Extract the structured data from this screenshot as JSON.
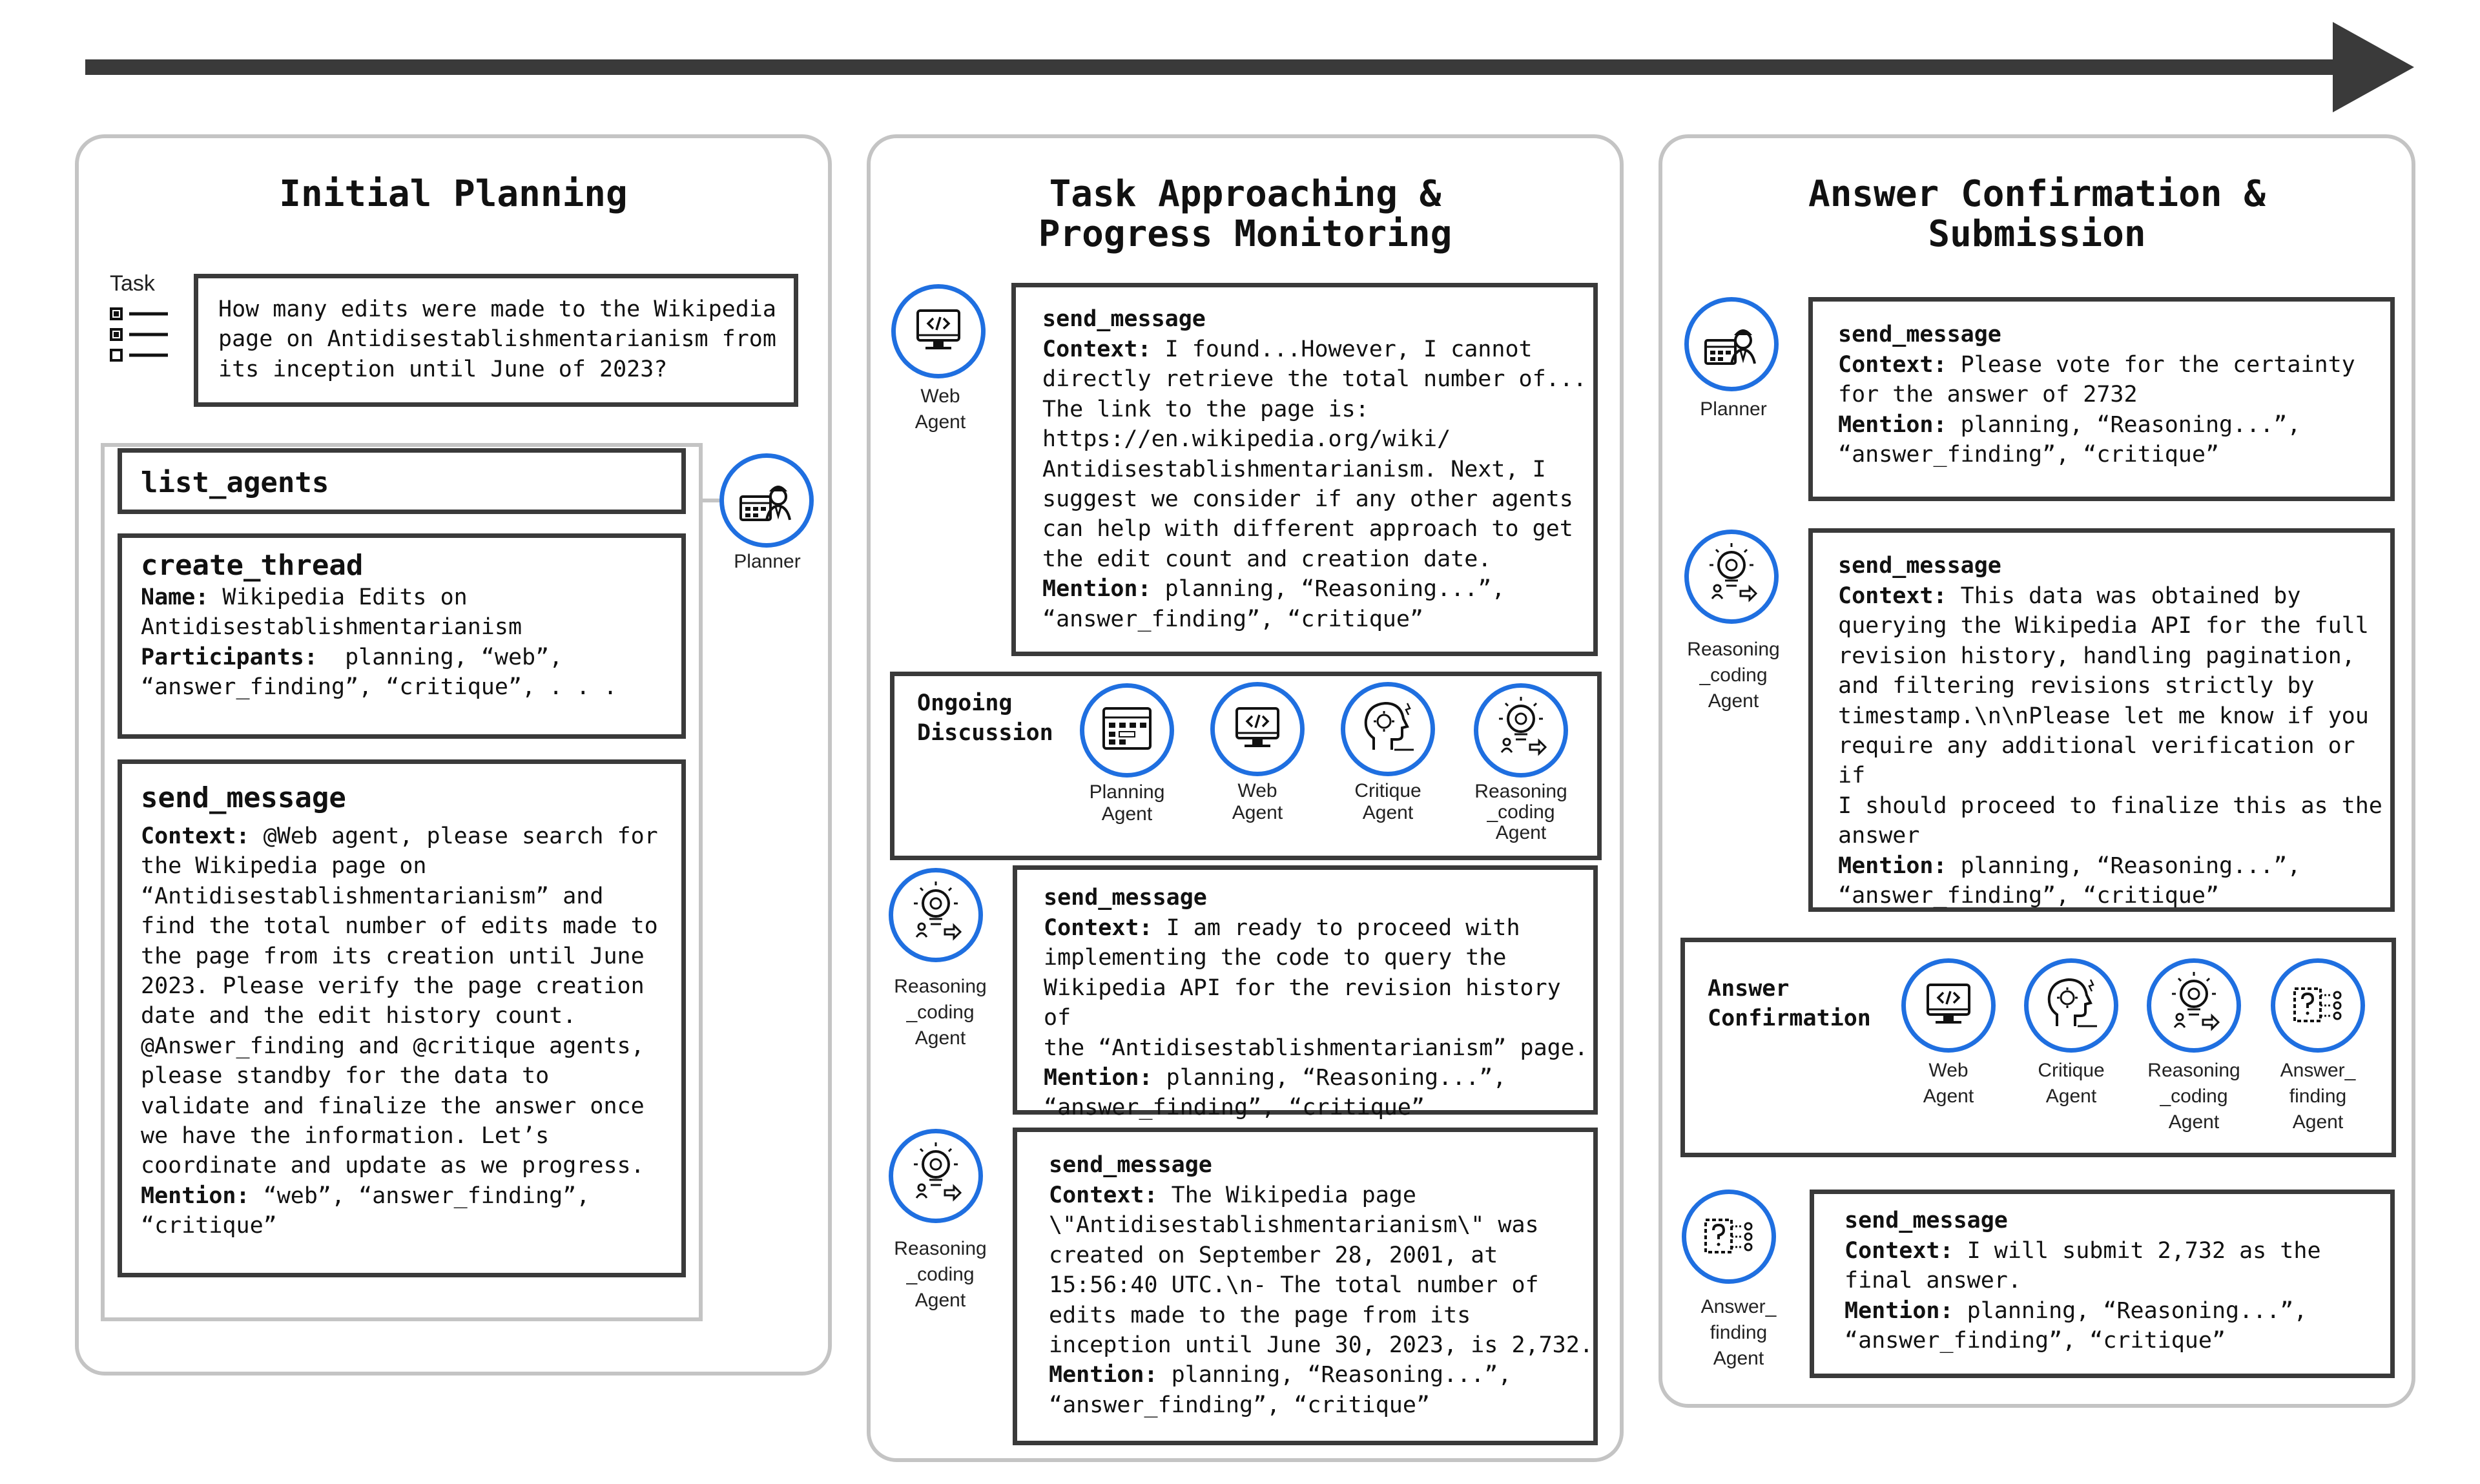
{
  "panels": {
    "p1_title": "Initial Planning",
    "p2_title": "Task Approaching &\nProgress Monitoring",
    "p3_title": "Answer Confirmation &\nSubmission"
  },
  "task": {
    "label": "Task",
    "text": "How many edits were made to the Wikipedia\npage on Antidisestablishmentarianism from\nits inception until June of 2023?"
  },
  "initial": {
    "list_agents": "list_agents",
    "create_thread_title": "create_thread",
    "name_label": "Name:",
    "name_value": " Wikipedia Edits on\nAntidisestablishmentarianism",
    "participants_label": "Participants:",
    "participants_value": "  planning, “web”,\n“answer_finding”, “critique”, . . .",
    "send_title": "send_message",
    "context_label": "Context:",
    "context_value": " @Web agent, please search for\nthe Wikipedia page on\n“Antidisestablishmentarianism” and\nfind the total number of edits made to\nthe page from its creation until June\n2023. Please verify the page creation\ndate and the edit history count.\n@Answer_finding and @critique agents,\nplease standby for the data to\nvalidate and finalize the answer once\nwe have the information. Let’s\ncoordinate and update as we progress.",
    "mention_label": "Mention:",
    "mention_value": " “web”, “answer_finding”,\n“critique”",
    "planner_label": "Planner"
  },
  "middle": {
    "m1": {
      "agent_label": "Web\nAgent",
      "title": "send_message",
      "context_label": "Context:",
      "context_value": " I found...However, I cannot\ndirectly retrieve the total number of...\nThe link to the page is:\nhttps://en.wikipedia.org/wiki/\nAntidisestablishmentarianism. Next, I\nsuggest we consider if any other agents\ncan help with different approach to get\nthe edit count and creation date.",
      "mention_label": "Mention:",
      "mention_value": " planning, “Reasoning...”,\n“answer_finding”, “critique”"
    },
    "discussion": {
      "label": "Ongoing\nDiscussion",
      "agents": [
        "Planning\nAgent",
        "Web\nAgent",
        "Critique\nAgent",
        "Reasoning\n_coding\nAgent"
      ]
    },
    "m2": {
      "agent_label": "Reasoning\n_coding\nAgent",
      "title": "send_message",
      "context_label": "Context:",
      "context_value": " I am ready to proceed with\nimplementing the code to query the\nWikipedia API for the revision history of\nthe “Antidisestablishmentarianism” page.",
      "mention_label": "Mention:",
      "mention_value": " planning, “Reasoning...”,\n“answer_finding”, “critique”"
    },
    "m3": {
      "agent_label": "Reasoning\n_coding\nAgent",
      "title": "send_message",
      "context_label": "Context:",
      "context_value": " The Wikipedia page\n\\\"Antidisestablishmentarianism\\\" was\ncreated on September 28, 2001, at\n15:56:40 UTC.\\n- The total number of\nedits made to the page from its\ninception until June 30, 2023, is 2,732.",
      "mention_label": "Mention:",
      "mention_value": " planning, “Reasoning...”,\n“answer_finding”, “critique”"
    }
  },
  "right": {
    "r1": {
      "agent_label": "Planner",
      "title": "send_message",
      "context_label": "Context:",
      "context_value": " Please vote for the certainty\nfor the answer of 2732",
      "mention_label": "Mention:",
      "mention_value": " planning, “Reasoning...”,\n“answer_finding”, “critique”"
    },
    "r2": {
      "agent_label": "Reasoning\n_coding\nAgent",
      "title": "send_message",
      "context_label": "Context:",
      "context_value": " This data was obtained by\nquerying the Wikipedia API for the full\nrevision history, handling pagination,\nand filtering revisions strictly by\ntimestamp.\\n\\nPlease let me know if you\nrequire any additional verification or if\nI should proceed to finalize this as the\nanswer",
      "mention_label": "Mention:",
      "mention_value": " planning, “Reasoning...”,\n“answer_finding”, “critique”"
    },
    "confirmation": {
      "label": "Answer\nConfirmation",
      "agents": [
        "Web\nAgent",
        "Critique\nAgent",
        "Reasoning\n_coding\nAgent",
        "Answer_\nfinding\nAgent"
      ]
    },
    "r3": {
      "agent_label": "Answer_\nfinding\nAgent",
      "title": "send_message",
      "context_label": "Context:",
      "context_value": " I will submit 2,732 as the\nfinal answer.",
      "mention_label": "Mention:",
      "mention_value": " planning, “Reasoning...”,\n“answer_finding”, “critique”"
    }
  },
  "colors": {
    "accent": "#1f6fe0",
    "frame": "#3a3a3a",
    "panel_border": "#c4c4c4"
  },
  "icons": [
    "planner-icon",
    "web-agent-icon",
    "reasoning-coding-icon",
    "critique-agent-icon",
    "answer-finding-icon",
    "task-list-icon"
  ]
}
